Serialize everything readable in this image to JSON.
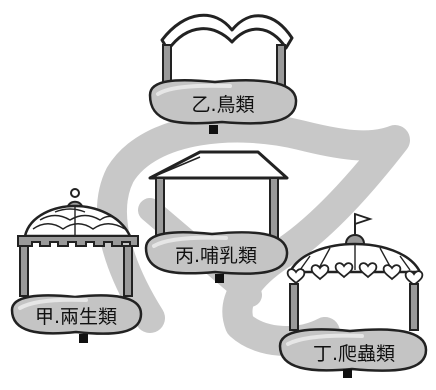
{
  "houses": [
    {
      "id": "bird",
      "label": "乙.鳥類"
    },
    {
      "id": "mammal",
      "label": "丙.哺乳類"
    },
    {
      "id": "amphib",
      "label": "甲.兩生類"
    },
    {
      "id": "reptile",
      "label": "丁.爬蟲類"
    }
  ],
  "colors": {
    "path": "#c8c8c8",
    "plate": "#c4c4c4",
    "plate_shine": "#e6e6e6",
    "outline": "#222222",
    "pillar_gray": "#9a9a9a",
    "roof_fill": "#ffffff"
  }
}
